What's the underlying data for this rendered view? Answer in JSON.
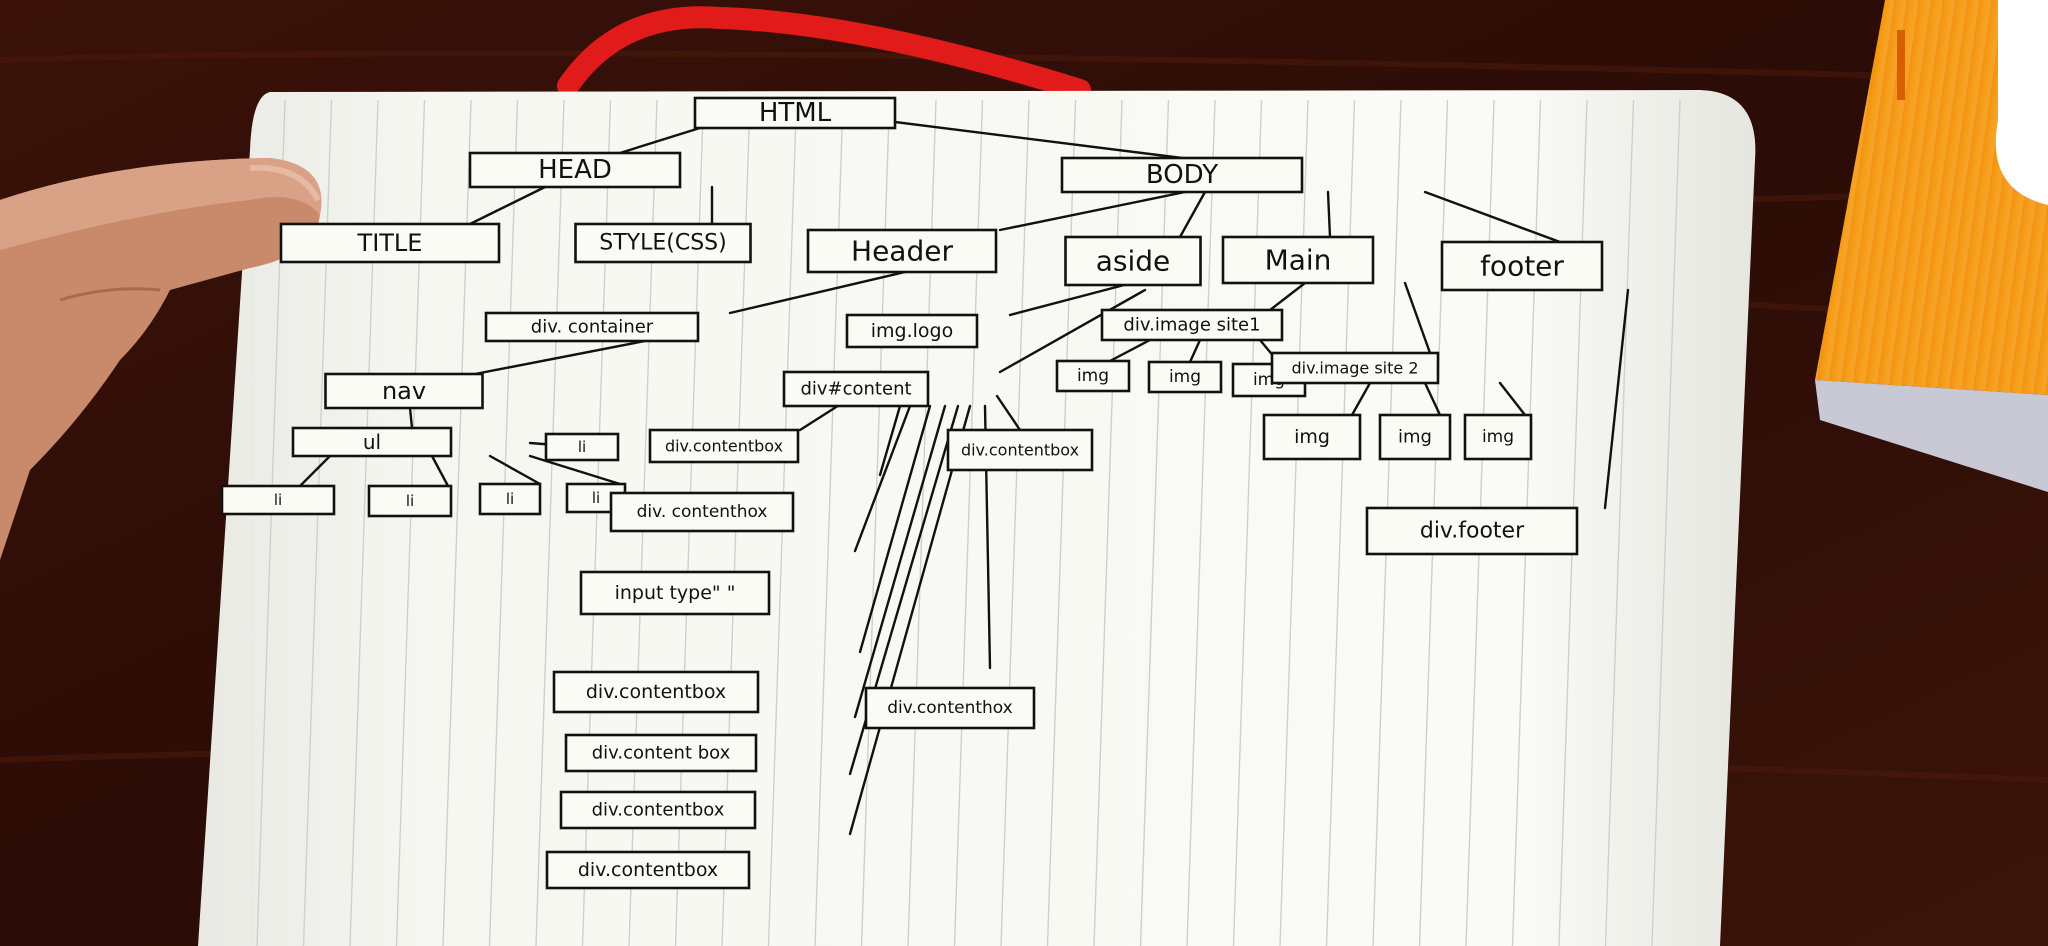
{
  "diagram": {
    "nodes": {
      "html": "HTML",
      "head": "HEAD",
      "body": "BODY",
      "title": "TITLE",
      "style": "STYLE(CSS)",
      "header": "Header",
      "aside": "aside",
      "main": "Main",
      "footer": "footer",
      "div_container": "div. container",
      "img_logo": "img.logo",
      "nav": "nav",
      "ul": "ul",
      "li_1": "li",
      "li_2": "li",
      "li_3": "li",
      "li_4": "li",
      "li_5": "li",
      "div_content": "div#content",
      "cb_1": "div.contentbox",
      "cb_2": "div. contenthox",
      "input": "input type\" \"",
      "cb_3": "div.contentbox",
      "cb_4": "div.content box",
      "cb_5": "div.contentbox",
      "cb_6": "div.contentbox",
      "cb_7": "div.contentbox",
      "cb_8": "div.contenthox",
      "div_image_site1": "div.image site1",
      "img_1": "img",
      "img_2": "img",
      "img_3": "img",
      "div_image_site2": "div.image site 2",
      "img_4": "img",
      "img_5": "img",
      "img_6": "img",
      "div_footer": "div.footer"
    }
  }
}
